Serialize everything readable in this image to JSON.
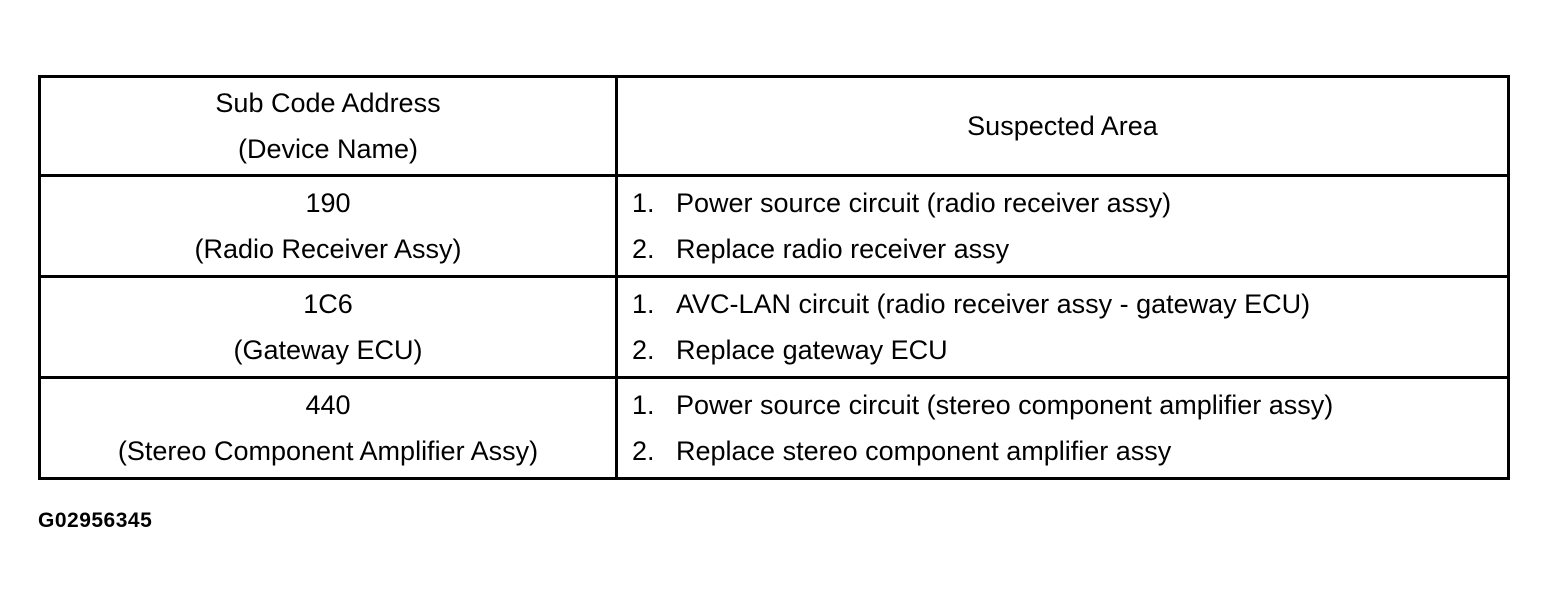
{
  "table": {
    "headers": {
      "col1_line1": "Sub Code Address",
      "col1_line2": "(Device Name)",
      "col2": "Suspected Area"
    },
    "rows": [
      {
        "code": "190",
        "device": "(Radio Receiver Assy)",
        "steps": [
          {
            "num": "1.",
            "text": "Power source circuit (radio receiver assy)"
          },
          {
            "num": "2.",
            "text": "Replace radio receiver assy"
          }
        ]
      },
      {
        "code": "1C6",
        "device": "(Gateway ECU)",
        "steps": [
          {
            "num": "1.",
            "text": "AVC-LAN circuit (radio receiver assy - gateway ECU)"
          },
          {
            "num": "2.",
            "text": "Replace gateway ECU"
          }
        ]
      },
      {
        "code": "440",
        "device": "(Stereo Component Amplifier Assy)",
        "steps": [
          {
            "num": "1.",
            "text": "Power source circuit (stereo component amplifier assy)"
          },
          {
            "num": "2.",
            "text": "Replace stereo component amplifier assy"
          }
        ]
      }
    ]
  },
  "figure_id": "G02956345"
}
